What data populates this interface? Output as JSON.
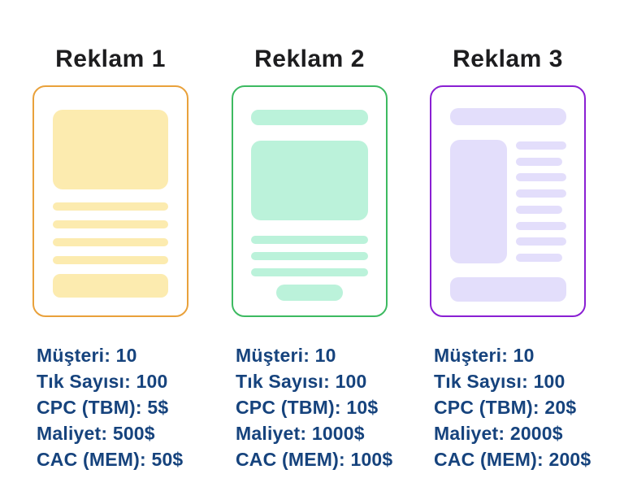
{
  "page": {
    "background_color": "#FFFFFF",
    "title_color": "#1D1D1F",
    "stats_text_color": "#16437D"
  },
  "ads": [
    {
      "title": "Reklam 1",
      "border_color": "#E9A13B",
      "placeholder_color": "#FCEBAF",
      "stats": [
        "Müşteri: 10",
        "Tık Sayısı: 100",
        "CPC (TBM): 5$",
        "Maliyet: 500$",
        "CAC (MEM): 50$"
      ]
    },
    {
      "title": "Reklam 2",
      "border_color": "#3DBA61",
      "placeholder_color": "#BBF2DA",
      "stats": [
        "Müşteri: 10",
        "Tık Sayısı: 100",
        "CPC (TBM): 10$",
        "Maliyet: 1000$",
        "CAC (MEM): 100$"
      ]
    },
    {
      "title": "Reklam 3",
      "border_color": "#8A1FD3",
      "placeholder_color": "#E3DEFB",
      "stats": [
        "Müşteri: 10",
        "Tık Sayısı: 100",
        "CPC (TBM): 20$",
        "Maliyet: 2000$",
        "CAC (MEM): 200$"
      ]
    }
  ]
}
